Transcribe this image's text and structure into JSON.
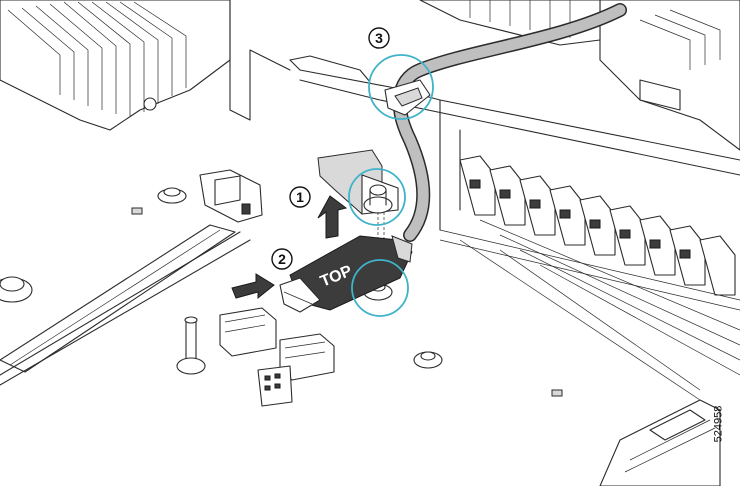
{
  "callouts": [
    {
      "number": "1",
      "label_hint": "lift-up-arrow"
    },
    {
      "number": "2",
      "label_hint": "push-in-arrow"
    },
    {
      "number": "3",
      "label_hint": "cable-clip"
    }
  ],
  "connector": {
    "label": "TOP"
  },
  "figure_id": "524958",
  "colors": {
    "highlight": "#3fb3c9",
    "line": "#2b2b2b",
    "connector_body": "#3c3c3c",
    "cable": "#bfbfbf"
  },
  "icons": {
    "arrow_up": "up-arrow-icon",
    "arrow_right": "right-arrow-icon"
  }
}
